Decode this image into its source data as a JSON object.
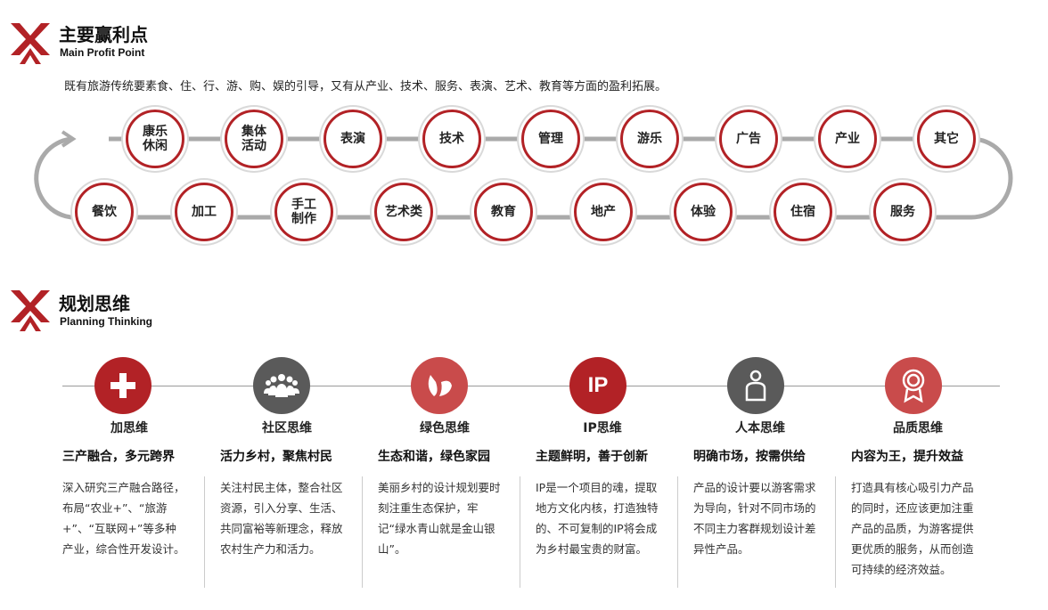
{
  "sections": {
    "profit": {
      "title": "主要赢利点",
      "subtitle": "Main Profit Point",
      "intro": "既有旅游传统要素食、住、行、游、购、娱的引导，又有从产业、技术、服务、表演、艺术、教育等方面的盈利拓展。"
    },
    "planning": {
      "title": "规划思维",
      "subtitle": "Planning Thinking"
    }
  },
  "top_row": [
    "康乐\n休闲",
    "集体\n活动",
    "表演",
    "技术",
    "管理",
    "游乐",
    "广告",
    "产业",
    "其它"
  ],
  "bottom_row": [
    "餐饮",
    "加工",
    "手工\n制作",
    "艺术类",
    "教育",
    "地产",
    "体验",
    "住宿",
    "服务"
  ],
  "colors": {
    "accent": "#b22226",
    "gray": "#5a5a5a",
    "light_red": "#c94b4b",
    "loop": "#aaaaaa"
  },
  "thinking": [
    {
      "icon": "plus-icon",
      "name": "加思维",
      "tag": "三产融合，多元跨界",
      "desc": "深入研究三产融合路径，布局“农业+”、“旅游+”、“互联网+”等多种产业，综合性开发设计。"
    },
    {
      "icon": "community-icon",
      "name": "社区思维",
      "tag": "活力乡村，聚焦村民",
      "desc": "关注村民主体，整合社区资源，引入分享、生活、共同富裕等新理念，释放农村生产力和活力。"
    },
    {
      "icon": "leaf-icon",
      "name": "绿色思维",
      "tag": "生态和谐，绿色家园",
      "desc": "美丽乡村的设计规划要时刻注重生态保护，牢记“绿水青山就是金山银山”。"
    },
    {
      "icon": "ip-icon",
      "name": "IP思维",
      "tag": "主题鲜明，善于创新",
      "icon_text": "IP",
      "desc": "IP是一个项目的魂，提取地方文化内核，打造独特的、不可复制的IP将会成为乡村最宝贵的财富。"
    },
    {
      "icon": "person-icon",
      "name": "人本思维",
      "tag": "明确市场，按需供给",
      "desc": "产品的设计要以游客需求为导向，针对不同市场的不同主力客群规划设计差异性产品。"
    },
    {
      "icon": "medal-icon",
      "name": "品质思维",
      "tag": "内容为王，提升效益",
      "desc": "打造具有核心吸引力产品的同时，还应该更加注重产品的品质，为游客提供更优质的服务，从而创造可持续的经济效益。"
    }
  ]
}
